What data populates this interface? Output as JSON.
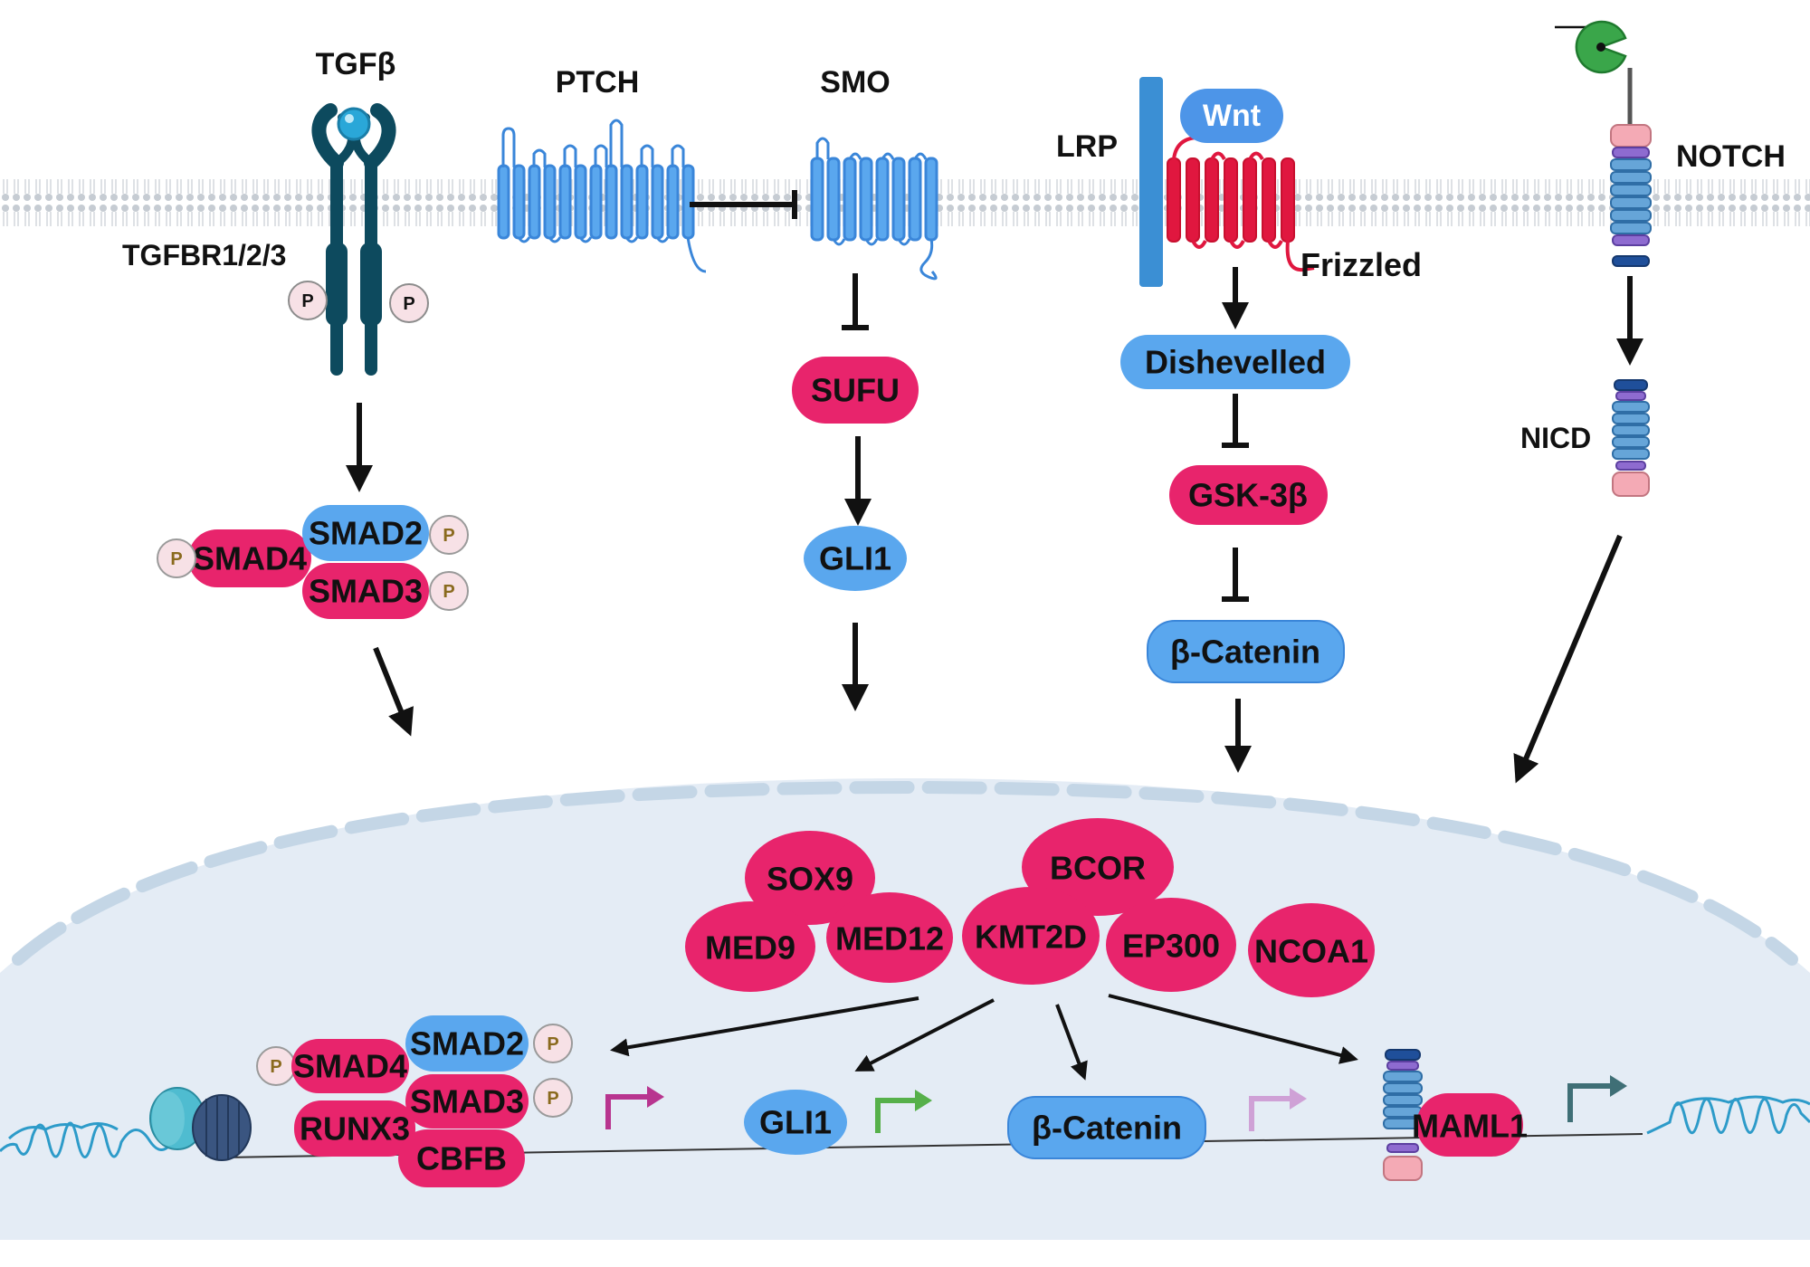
{
  "colors": {
    "pink": "#e8246c",
    "blue": "#5aa7ee",
    "dark_teal": "#0d4a5e",
    "red_receptor": "#e0173f",
    "membrane_blue": "#3a86d9",
    "nucleus_fill": "#e4ecf5",
    "envelope": "#c4d6e6",
    "notch_ligand": "#3aa64a"
  },
  "membrane_labels": {
    "tgfb": "TGFβ",
    "tgfbr": "TGFBR1/2/3",
    "ptch": "PTCH",
    "smo": "SMO",
    "lrp": "LRP",
    "wnt": "Wnt",
    "frizzled": "Frizzled",
    "notch": "NOTCH",
    "nicd": "NICD"
  },
  "phospho_label": "P",
  "cytoplasm": {
    "smad2": "SMAD2",
    "smad3": "SMAD3",
    "smad4": "SMAD4",
    "sufu": "SUFU",
    "gli1": "GLI1",
    "dishevelled": "Dishevelled",
    "gsk3b": "GSK-3β",
    "beta_catenin": "β-Catenin"
  },
  "nucleus": {
    "cofactors": [
      "SOX9",
      "BCOR",
      "MED9",
      "MED12",
      "KMT2D",
      "EP300",
      "NCOA1"
    ],
    "smad2": "SMAD2",
    "smad3": "SMAD3",
    "smad4": "SMAD4",
    "runx3": "RUNX3",
    "cbfb": "CBFB",
    "gli1": "GLI1",
    "beta_catenin": "β-Catenin",
    "maml1": "MAML1"
  }
}
